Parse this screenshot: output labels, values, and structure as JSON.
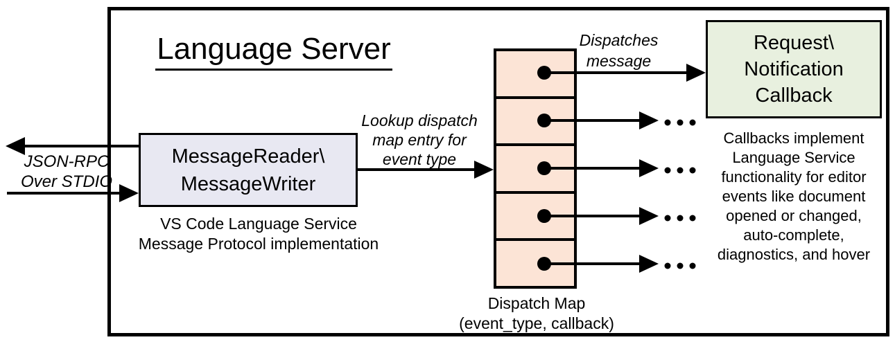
{
  "title": "Language Server",
  "io": {
    "label": "JSON-RPC\nOver STDIO"
  },
  "reader": {
    "label": "MessageReader\\\nMessageWriter",
    "caption": "VS Code Language Service\nMessage Protocol implementation"
  },
  "lookup_label": "Lookup dispatch\nmap entry for\nevent type",
  "dispatch_label": "Dispatches\nmessage",
  "dispatch_map": {
    "caption": "Dispatch Map\n(event_type, callback)",
    "rows": 5
  },
  "callback": {
    "label": "Request\\\nNotification\nCallback"
  },
  "callbacks_note": "Callbacks implement\nLanguage Service\nfunctionality for editor\nevents like document\nopened or changed,\nauto-complete,\ndiagnostics, and hover",
  "colors": {
    "reader_fill": "#E8E8F2",
    "map_fill": "#FCE4D6",
    "callback_fill": "#E8F0DF",
    "line": "#000000"
  }
}
